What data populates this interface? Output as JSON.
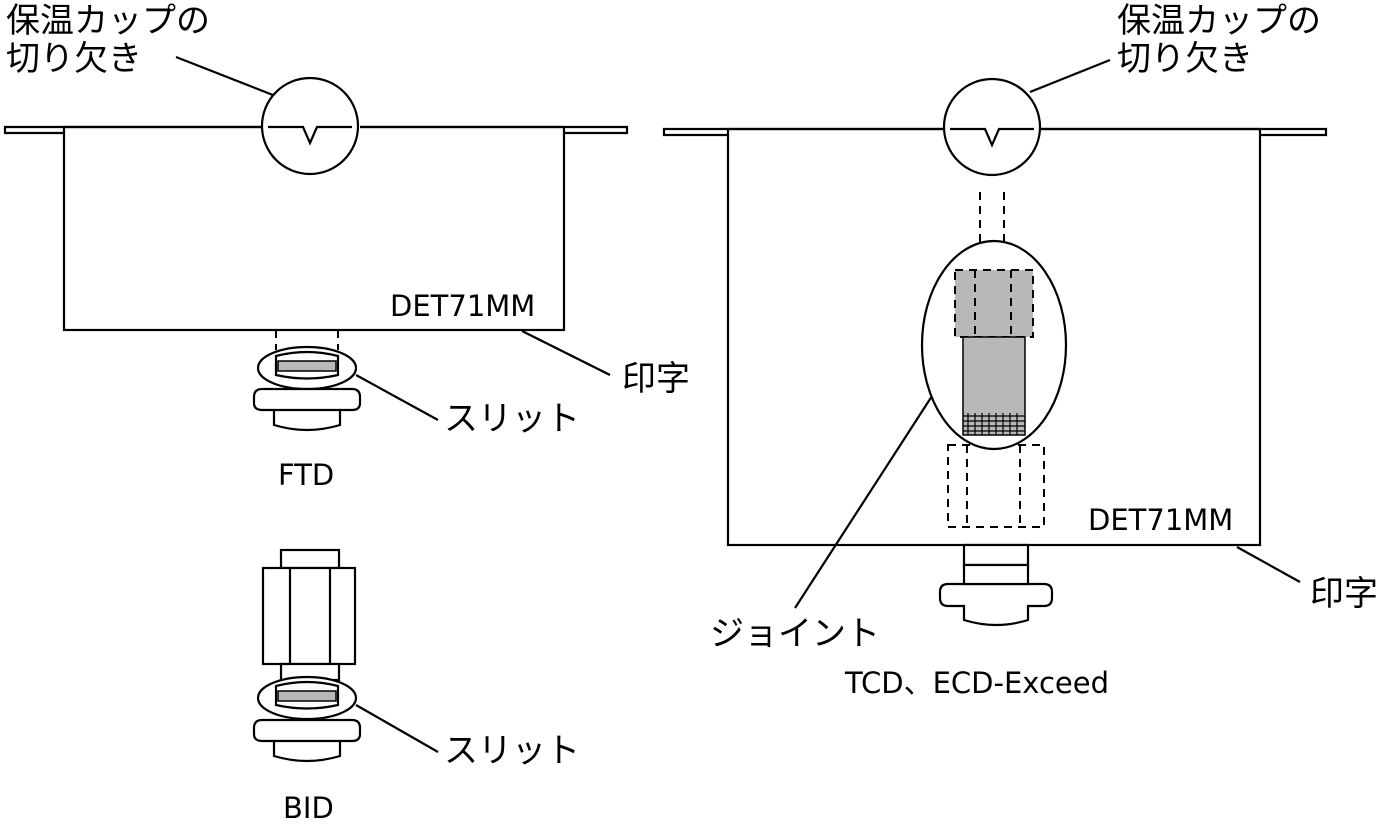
{
  "left_panel": {
    "cup_notch_line1": "保温カップの",
    "cup_notch_line2": "切り欠き",
    "det_label": "DET71MM",
    "print_label": "印字",
    "slit_label_ftd": "スリット",
    "ftd_caption": "FTD",
    "slit_label_bid": "スリット",
    "bid_caption": "BID"
  },
  "right_panel": {
    "cup_notch_line1": "保温カップの",
    "cup_notch_line2": "切り欠き",
    "det_label": "DET71MM",
    "print_label": "印字",
    "joint_label": "ジョイント",
    "caption": "TCD、ECD-Exceed"
  },
  "colors": {
    "line": "#000000",
    "fill_gray": "#b8b8b8",
    "background": "#ffffff"
  }
}
